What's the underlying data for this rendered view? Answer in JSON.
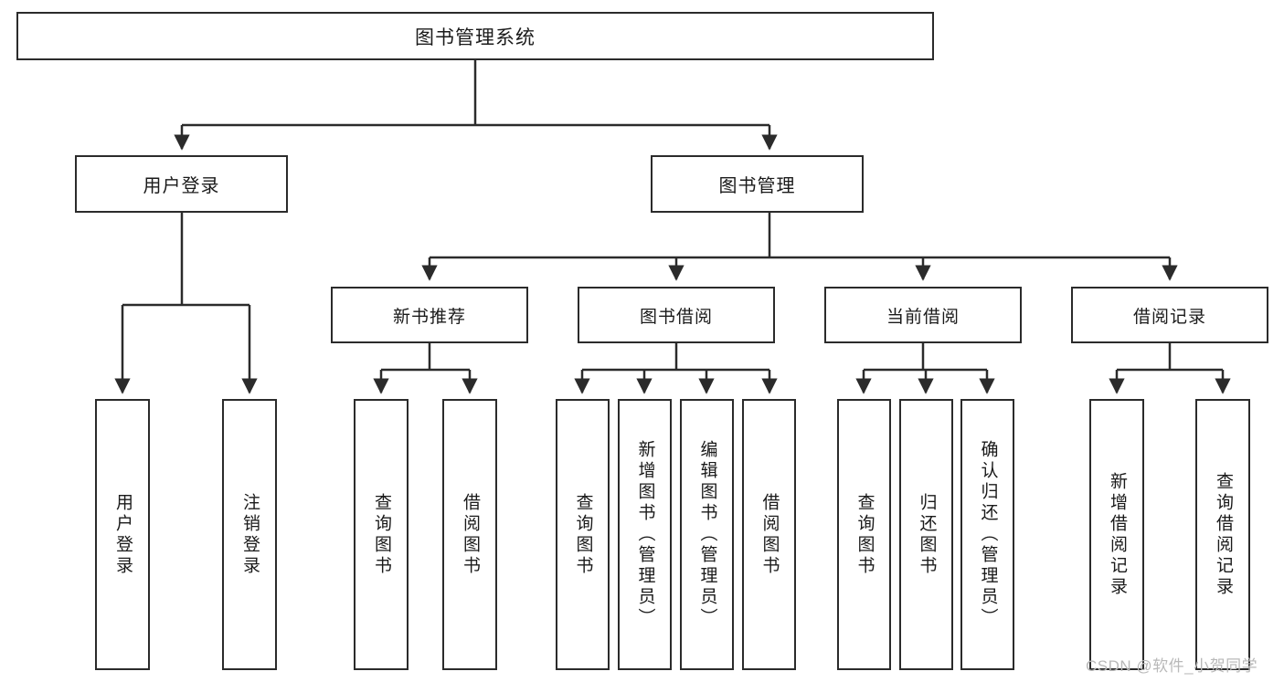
{
  "diagram": {
    "title": "图书管理系统",
    "type": "hierarchy-tree",
    "watermark": "CSDN @软件_小贺同学",
    "colors": {
      "box_border": "#2b2b2b",
      "box_fill": "#ffffff",
      "connector": "#2b2b2b",
      "text": "#1a1a1a",
      "watermark": "#b9b9b9"
    },
    "root": {
      "label": "图书管理系统"
    },
    "level2": [
      {
        "label": "用户登录"
      },
      {
        "label": "图书管理"
      }
    ],
    "level3": [
      {
        "label": "新书推荐"
      },
      {
        "label": "图书借阅"
      },
      {
        "label": "当前借阅"
      },
      {
        "label": "借阅记录"
      }
    ],
    "leaves_user_login": [
      {
        "label": "用户登录"
      },
      {
        "label": "注销登录"
      }
    ],
    "leaves_new_book": [
      {
        "label": "查询图书"
      },
      {
        "label": "借阅图书"
      }
    ],
    "leaves_borrow": [
      {
        "label": "查询图书"
      },
      {
        "label": "新增图书（管理员）"
      },
      {
        "label": "编辑图书（管理员）"
      },
      {
        "label": "借阅图书"
      }
    ],
    "leaves_current": [
      {
        "label": "查询图书"
      },
      {
        "label": "归还图书"
      },
      {
        "label": "确认归还（管理员）"
      }
    ],
    "leaves_record": [
      {
        "label": "新增借阅记录"
      },
      {
        "label": "查询借阅记录"
      }
    ]
  }
}
